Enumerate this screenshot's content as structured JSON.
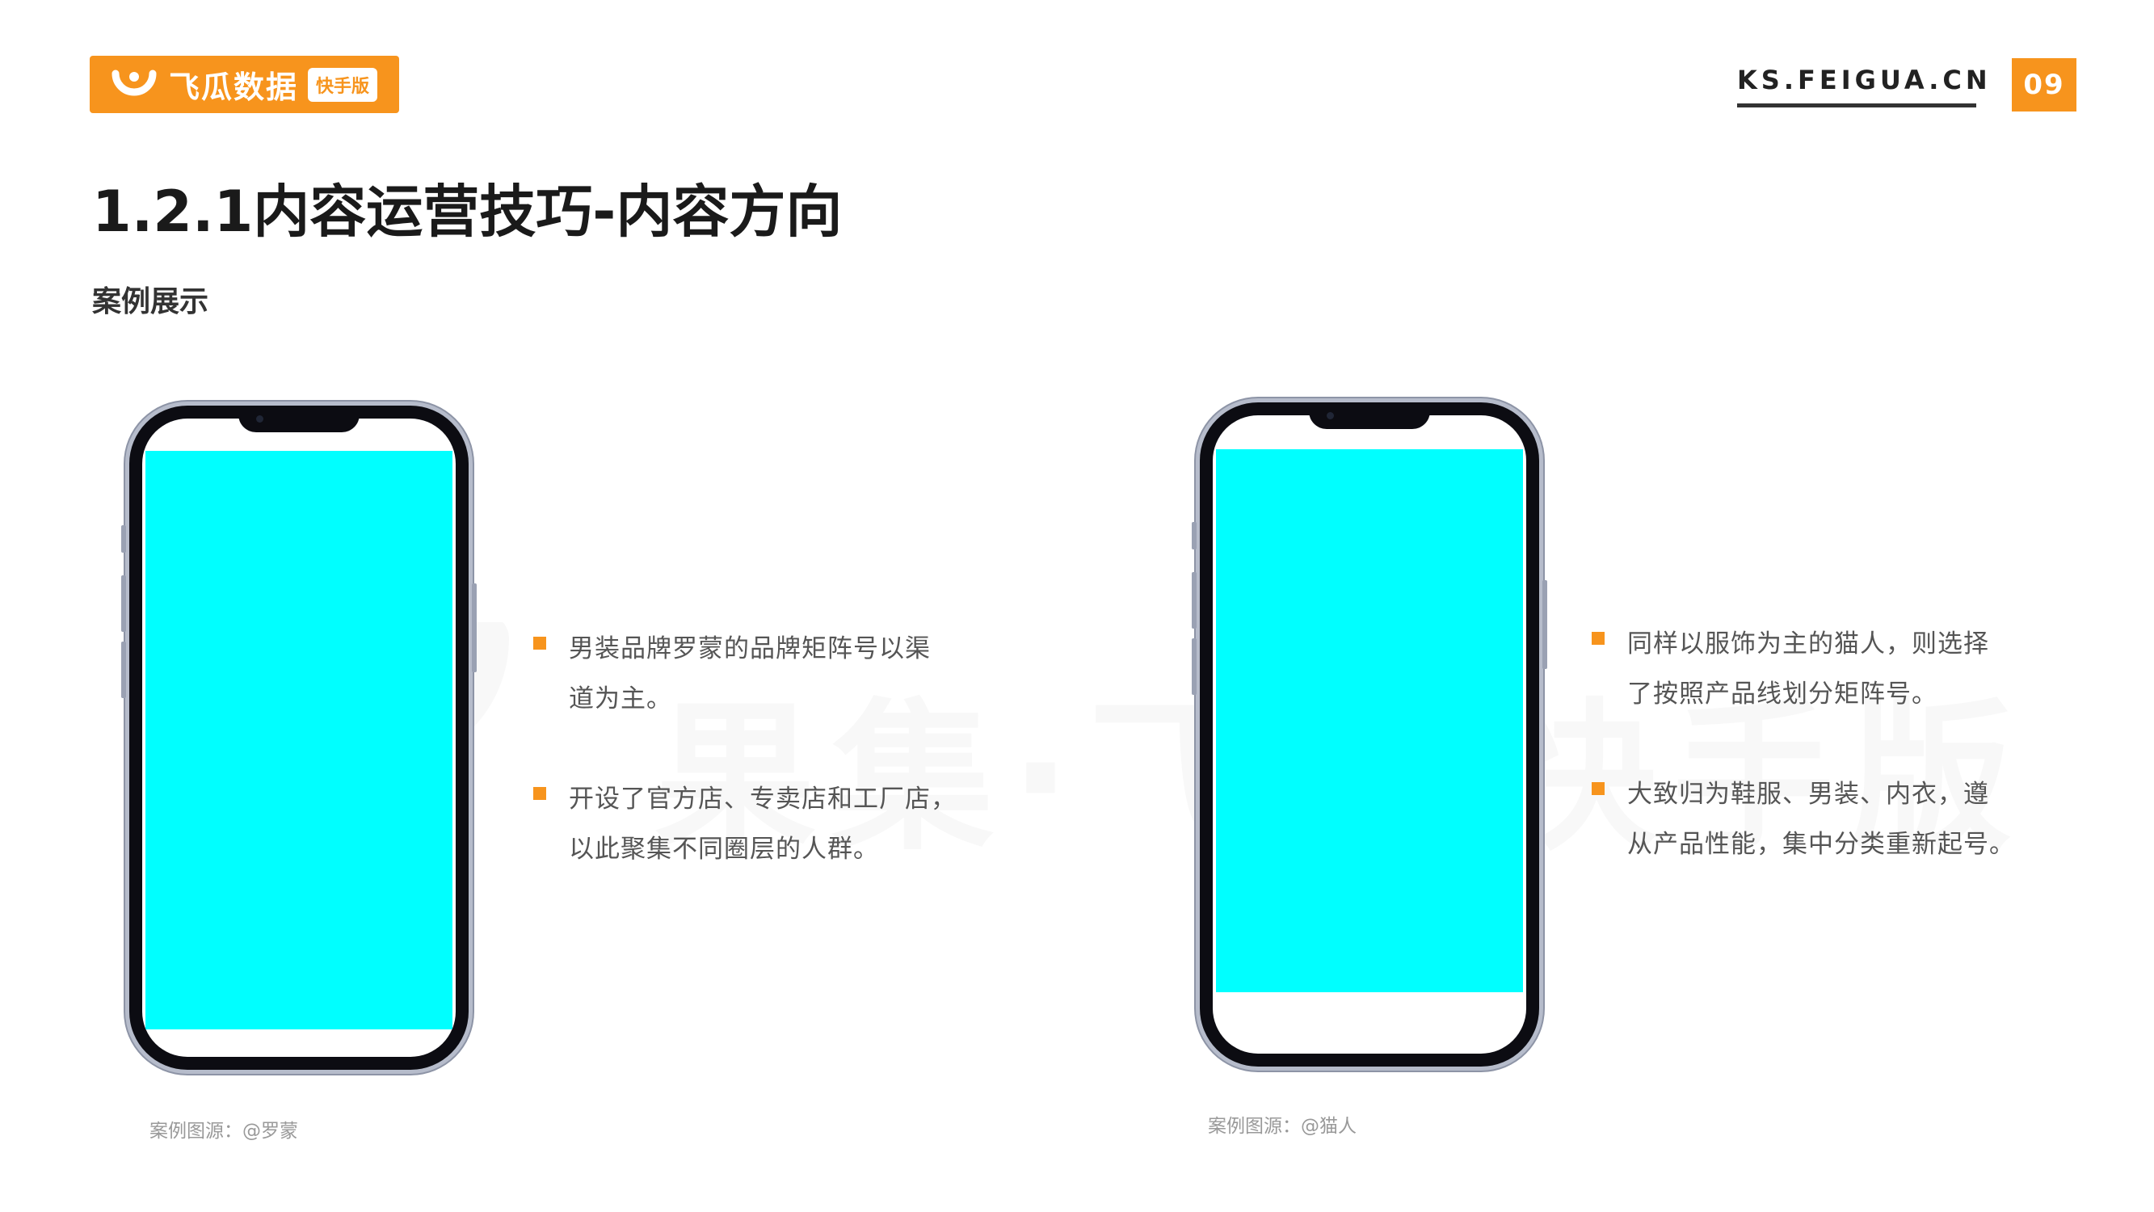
{
  "header": {
    "logo_text": "飞瓜数据",
    "logo_badge": "快手版",
    "site": "KS.FEIGUA.CN",
    "page_number": "09"
  },
  "title": "1.2.1内容运营技巧-内容方向",
  "subtitle": "案例展示",
  "watermark": {
    "text": "果集·飞瓜",
    "badge": "快手版"
  },
  "cases": [
    {
      "bullets": [
        [
          "男装品牌罗蒙的品牌矩阵号以渠",
          "道为主。"
        ],
        [
          "开设了官方店、专卖店和工厂店，",
          "以此聚集不同圈层的人群。"
        ]
      ],
      "caption": "案例图源：@罗蒙"
    },
    {
      "bullets": [
        [
          "同样以服饰为主的猫人，则选择",
          "了按照产品线划分矩阵号。"
        ],
        [
          "大致归为鞋服、男装、内衣，遵",
          "从产品性能，集中分类重新起号。"
        ]
      ],
      "caption": "案例图源：@猫人"
    }
  ],
  "colors": {
    "accent": "#f7941d",
    "screen_placeholder": "#00ffff"
  }
}
